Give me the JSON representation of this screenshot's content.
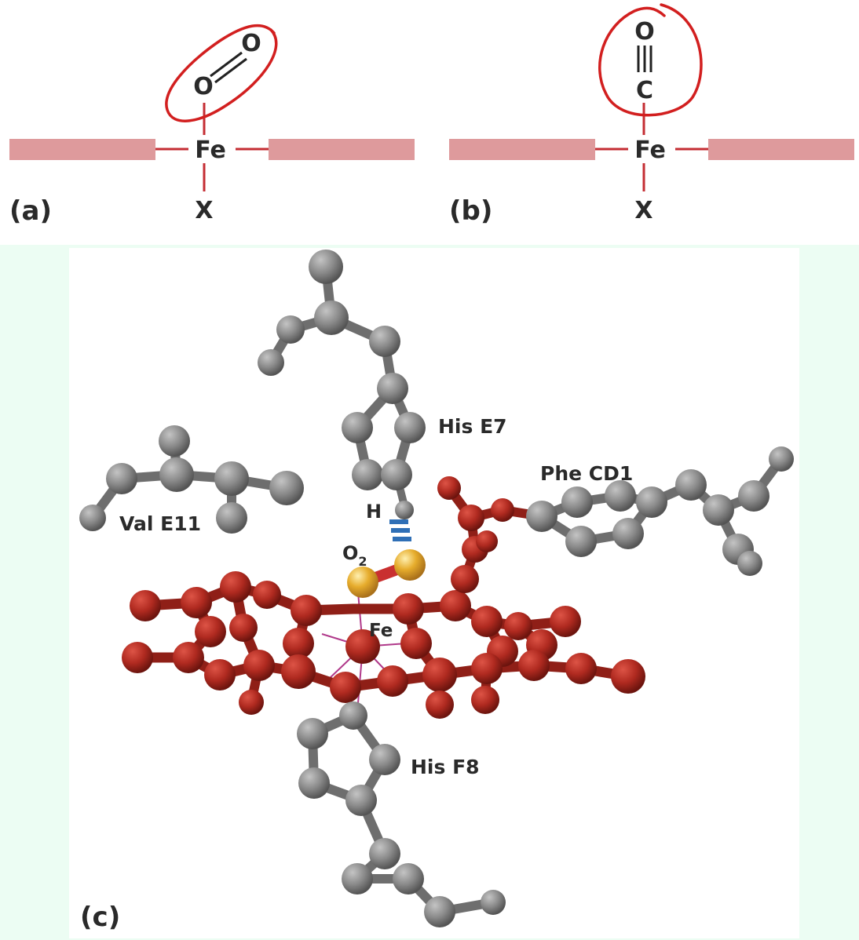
{
  "panel_a": {
    "label": "(a)",
    "metal": "Fe",
    "axial_ligand": "X",
    "bound_ligand_atoms": [
      "O",
      "O"
    ]
  },
  "panel_b": {
    "label": "(b)",
    "metal": "Fe",
    "axial_ligand": "X",
    "bound_ligand_atoms": [
      "C",
      "O"
    ]
  },
  "panel_c": {
    "label": "(c)",
    "residues": {
      "his_e7": "His E7",
      "phe_cd1": "Phe CD1",
      "val_e11": "Val E11",
      "his_f8": "His F8"
    },
    "hydrogen": "H",
    "oxygen": "O",
    "oxygen_subscript": "2",
    "iron": "Fe"
  },
  "colors": {
    "heme": "#b02a20",
    "bond_line": "#c42d33",
    "porphyrin_bar": "#de9a9c",
    "annotation_circle": "#d21f1f",
    "residue_atoms": "#8b8b8b",
    "oxygen_atoms": "#e6ac2c",
    "hydrogen_bond": "#2f6fb6",
    "background": "#ecfdf3"
  }
}
